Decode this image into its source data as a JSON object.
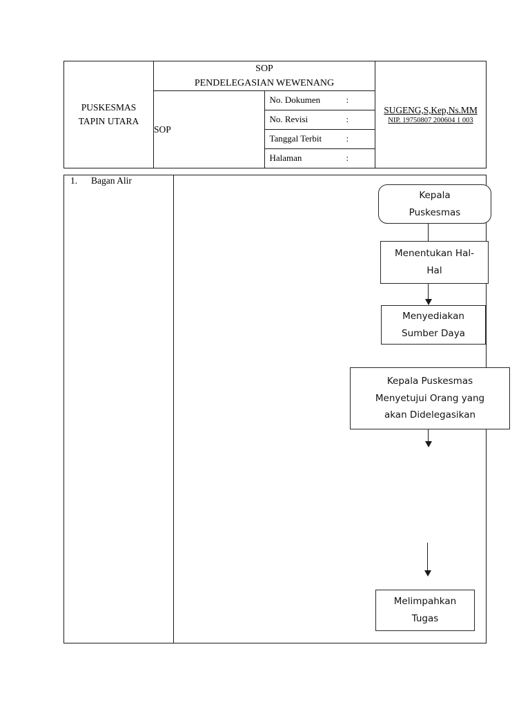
{
  "header": {
    "unit": {
      "line1": "PUSKESMAS",
      "line2": "TAPIN UTARA"
    },
    "title": {
      "line1": "SOP",
      "line2": "PENDELEGASIAN WEWENANG"
    },
    "doc_type_label": "SOP",
    "meta_rows": [
      {
        "label": "No. Dokumen",
        "colon": ":",
        "value": ""
      },
      {
        "label": "No. Revisi",
        "colon": ":",
        "value": ""
      },
      {
        "label": "Tanggal Terbit",
        "colon": ":",
        "value": ""
      },
      {
        "label": "Halaman",
        "colon": ":",
        "value": ""
      }
    ],
    "signature": {
      "name": "SUGENG,S,Kep,Ns.MM",
      "nip": "NIP. 19750807 200604 1 003"
    }
  },
  "flow_section": {
    "number": "1.",
    "label": "Bagan Alir",
    "nodes": [
      {
        "id": "kepala-puskesmas",
        "shape": "rounded",
        "lines": [
          "Kepala",
          "Puskesmas"
        ]
      },
      {
        "id": "menentukan-hal-hal",
        "shape": "rectangle",
        "lines": [
          "Menentukan Hal-",
          "Hal"
        ]
      },
      {
        "id": "menyediakan-sumber-daya",
        "shape": "rectangle",
        "lines": [
          "Menyediakan",
          "Sumber Daya"
        ]
      },
      {
        "id": "menyetujui-orang",
        "shape": "rectangle",
        "lines": [
          "Kepala Puskesmas",
          "Menyetujui Orang yang",
          "akan Didelegasikan"
        ]
      },
      {
        "id": "melimpahkan-tugas",
        "shape": "rectangle",
        "lines": [
          "Melimpahkan",
          "Tugas"
        ]
      }
    ],
    "connector_count": 5
  },
  "colors": {
    "page_background": "#ffffff",
    "border": "#1a1a1a",
    "node_border": "#262626",
    "text": "#000000"
  }
}
